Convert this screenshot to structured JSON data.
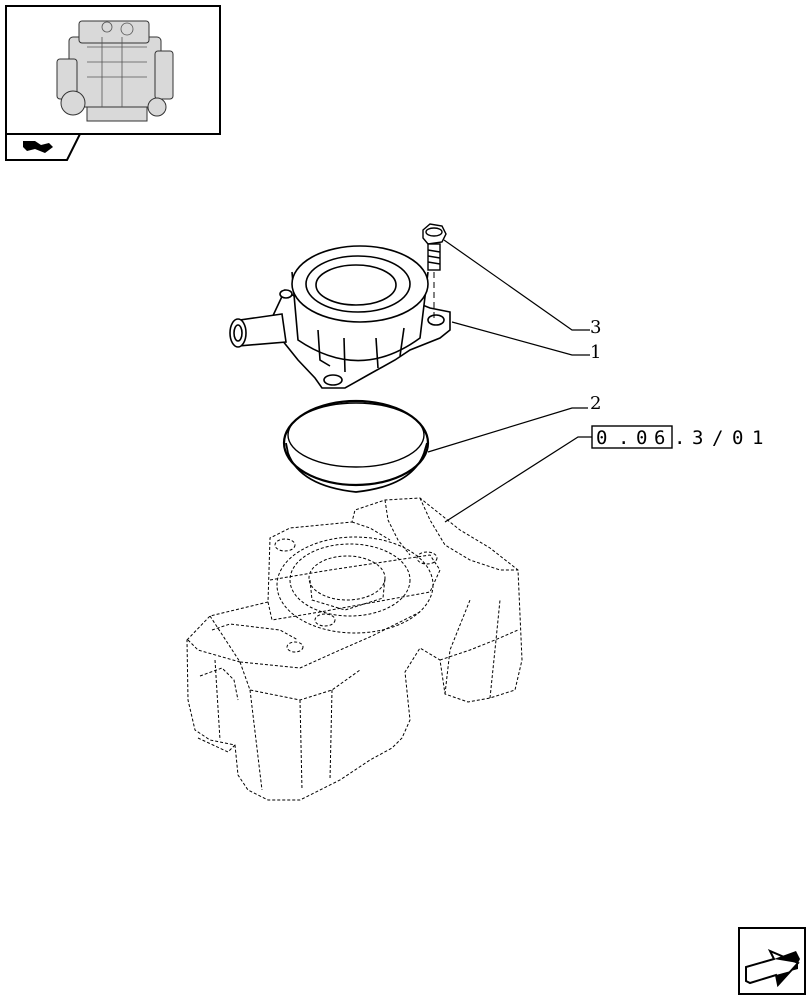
{
  "callouts": {
    "bolt": "3",
    "cover": "1",
    "gasket": "2"
  },
  "reference": {
    "boxed": "0.06",
    "boxed_chars": [
      "0",
      ".",
      "0",
      "6"
    ],
    "rest_chars": [
      ".",
      "3",
      "/",
      "0",
      "1"
    ]
  },
  "icons": {
    "thumbnail": "engine-thumbnail-icon",
    "section_tab": "section-tab-icon",
    "next_page": "next-page-arrow-icon"
  }
}
